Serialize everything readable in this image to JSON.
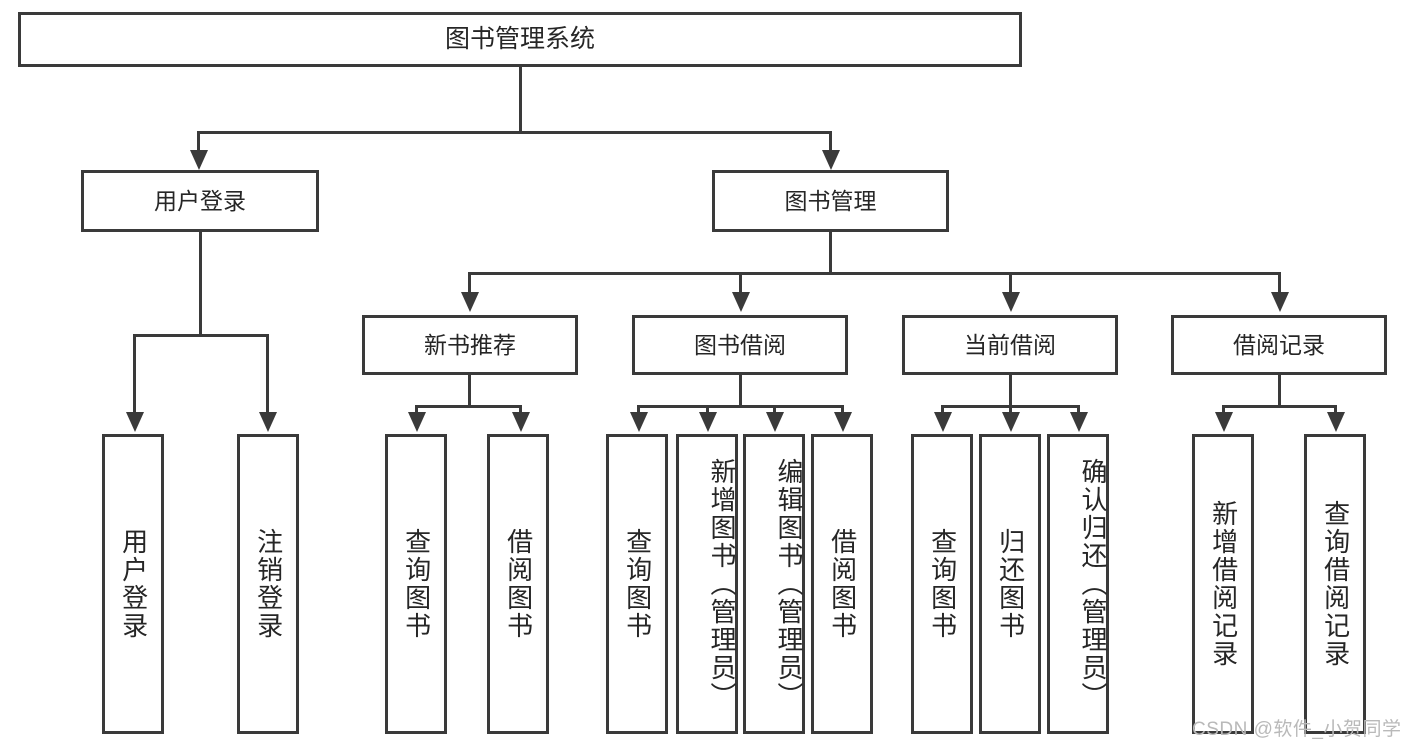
{
  "diagram": {
    "title": "图书管理系统",
    "type": "tree-hierarchy",
    "root": {
      "label": "图书管理系统"
    },
    "level2": [
      {
        "label": "用户登录"
      },
      {
        "label": "图书管理"
      }
    ],
    "level3": [
      {
        "label": "新书推荐"
      },
      {
        "label": "图书借阅"
      },
      {
        "label": "当前借阅"
      },
      {
        "label": "借阅记录"
      }
    ],
    "leaves": {
      "user_login": [
        {
          "label": "用户登录"
        },
        {
          "label": "注销登录"
        }
      ],
      "new_book_recommend": [
        {
          "label": "查询图书"
        },
        {
          "label": "借阅图书"
        }
      ],
      "book_borrow": [
        {
          "label": "查询图书"
        },
        {
          "label": "新增图书（管理员）"
        },
        {
          "label": "编辑图书（管理员）"
        },
        {
          "label": "借阅图书"
        }
      ],
      "current_borrow": [
        {
          "label": "查询图书"
        },
        {
          "label": "归还图书"
        },
        {
          "label": "确认归还（管理员）"
        }
      ],
      "borrow_record": [
        {
          "label": "新增借阅记录"
        },
        {
          "label": "查询借阅记录"
        }
      ]
    }
  },
  "watermark": {
    "text": "CSDN @软件_小贺同学"
  },
  "colors": {
    "stroke": "#3a3a3a",
    "text": "#262626",
    "background": "#ffffff",
    "watermark": "#b9b9b9"
  }
}
